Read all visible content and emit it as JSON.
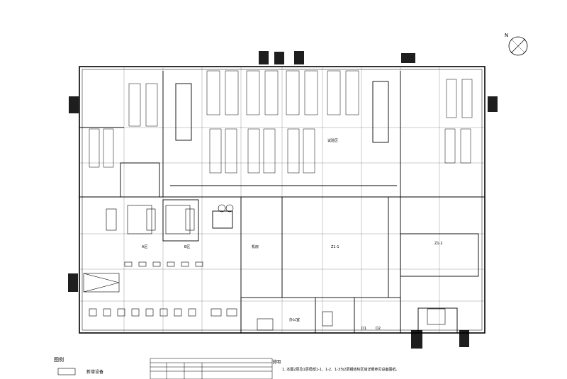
{
  "north": "N",
  "legend": {
    "title": "图例",
    "item": "新增设备"
  },
  "notes": {
    "title": "说明",
    "line1": "1. 本图2层及1层局部1-1、1-2、1-3为2层钢结构区域详细参见设备图纸。"
  },
  "rooms": {
    "r1": "试验区",
    "r2": "机房",
    "r3": "Z1-1",
    "r4": "Z1-2",
    "r5": "办公室",
    "r6": "A区",
    "r7": "B区",
    "r8": "D1",
    "r9": "D2"
  },
  "colors": {
    "line": "#000000",
    "fill": "#222222",
    "bg": "#ffffff"
  }
}
